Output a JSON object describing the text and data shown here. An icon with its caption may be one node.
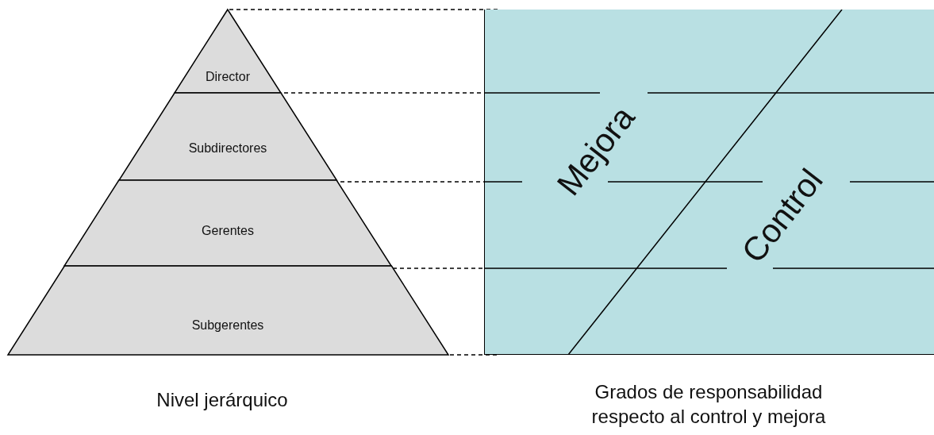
{
  "diagram": {
    "nodes": [
      {
        "text": [
          "Director"
        ]
      },
      {
        "text": [
          "Subdirectores"
        ]
      },
      {
        "text": [
          "Gerentes"
        ]
      },
      {
        "text": [
          "Subgerentes"
        ]
      },
      {
        "text": [
          "Mejora",
          "Control"
        ]
      }
    ],
    "edges": [],
    "labels": [
      "Nivel jerárquico",
      "Grados de responsabilidad respecto al control y mejora"
    ]
  }
}
